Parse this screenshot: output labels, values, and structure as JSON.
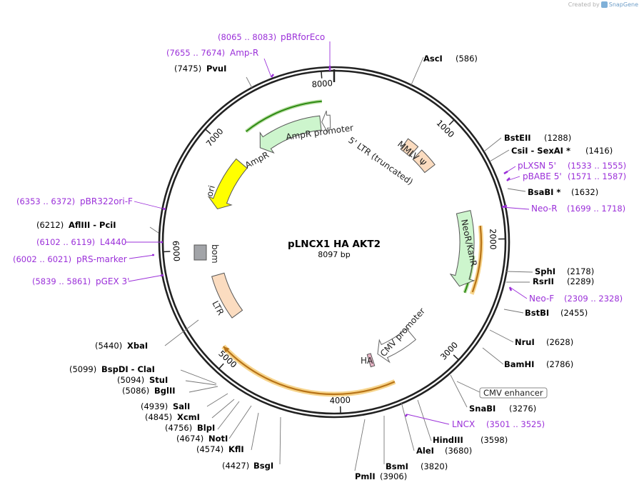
{
  "credit": {
    "prefix": "Created by",
    "brand": "SnapGene"
  },
  "plasmid": {
    "name": "pLNCX1 HA AKT2",
    "size": "8097 bp"
  },
  "ticks": [
    {
      "label": "1000",
      "bp": 1000
    },
    {
      "label": "2000",
      "bp": 2000
    },
    {
      "label": "3000",
      "bp": 3000
    },
    {
      "label": "4000",
      "bp": 4000
    },
    {
      "label": "5000",
      "bp": 5000
    },
    {
      "label": "6000",
      "bp": 6000
    },
    {
      "label": "7000",
      "bp": 7000
    },
    {
      "label": "8000",
      "bp": 8000
    }
  ],
  "sites": [
    {
      "name": "AscI",
      "pos": "(586)"
    },
    {
      "name": "BstEII",
      "pos": "(1288)"
    },
    {
      "name": "CsiI  - SexAI *",
      "pos": "(1416)"
    },
    {
      "name": "BsaBI *",
      "pos": "(1632)"
    },
    {
      "name": "SphI",
      "pos": "(2178)"
    },
    {
      "name": "RsrII",
      "pos": "(2289)"
    },
    {
      "name": "BstBI",
      "pos": "(2455)"
    },
    {
      "name": "NruI",
      "pos": "(2628)"
    },
    {
      "name": "BamHI",
      "pos": "(2786)"
    },
    {
      "name": "SnaBI",
      "pos": "(3276)"
    },
    {
      "name": "HindIII",
      "pos": "(3598)"
    },
    {
      "name": "AleI",
      "pos": "(3680)"
    },
    {
      "name": "BsmI",
      "pos": "(3820)"
    },
    {
      "name": "PmlI",
      "pos": "(3906)"
    },
    {
      "name": "BsgI",
      "pos": "(4427)"
    },
    {
      "name": "KflI",
      "pos": "(4574)"
    },
    {
      "name": "NotI",
      "pos": "(4674)"
    },
    {
      "name": "BlpI",
      "pos": "(4756)"
    },
    {
      "name": "XcmI",
      "pos": "(4845)"
    },
    {
      "name": "SalI",
      "pos": "(4939)"
    },
    {
      "name": "BglII",
      "pos": "(5086)"
    },
    {
      "name": "StuI",
      "pos": "(5094)"
    },
    {
      "name": "BspDI  - ClaI",
      "pos": "(5099)"
    },
    {
      "name": "XbaI",
      "pos": "(5440)"
    },
    {
      "name": "AflIII  - PciI",
      "pos": "(6212)"
    },
    {
      "name": "PvuI",
      "pos": "(7475)"
    }
  ],
  "primers": [
    {
      "name": "pBRforEco",
      "pos": "(8065 .. 8083)"
    },
    {
      "name": "Amp-R",
      "pos": "(7655 .. 7674)"
    },
    {
      "name": "pLXSN 5'",
      "pos": "(1533 .. 1555)"
    },
    {
      "name": "pBABE 5'",
      "pos": "(1571 .. 1587)"
    },
    {
      "name": "Neo-R",
      "pos": "(1699 .. 1718)"
    },
    {
      "name": "Neo-F",
      "pos": "(2309 .. 2328)"
    },
    {
      "name": "LNCX",
      "pos": "(3501 .. 3525)"
    },
    {
      "name": "pBR322ori-F",
      "pos": "(6353 .. 6372)"
    },
    {
      "name": "L4440",
      "pos": "(6102 .. 6119)"
    },
    {
      "name": "pRS-marker",
      "pos": "(6002 .. 6021)"
    },
    {
      "name": "pGEX 3'",
      "pos": "(5839 .. 5861)"
    }
  ],
  "features": [
    {
      "name": "AmpR promoter"
    },
    {
      "name": "AmpR"
    },
    {
      "name": "ori"
    },
    {
      "name": "bom"
    },
    {
      "name": "LTR"
    },
    {
      "name": "5' LTR (truncated)"
    },
    {
      "name": "MMLV Ψ"
    },
    {
      "name": "NeoR/KanR"
    },
    {
      "name": "CMV promoter"
    },
    {
      "name": "HA"
    },
    {
      "name": "CMV enhancer"
    }
  ],
  "colors": {
    "backbone": "#222222",
    "primer": "#9b30d9",
    "cds": "#cdf5cd",
    "ori": "#ffff00",
    "ltr": "#fbdcc0",
    "rep_origin_gray": "#a2a4a8",
    "translation_green": "#2d8a12",
    "translation_orange": "#b87317",
    "promoter": "#ffffff",
    "tag": "#e8b4c6"
  }
}
